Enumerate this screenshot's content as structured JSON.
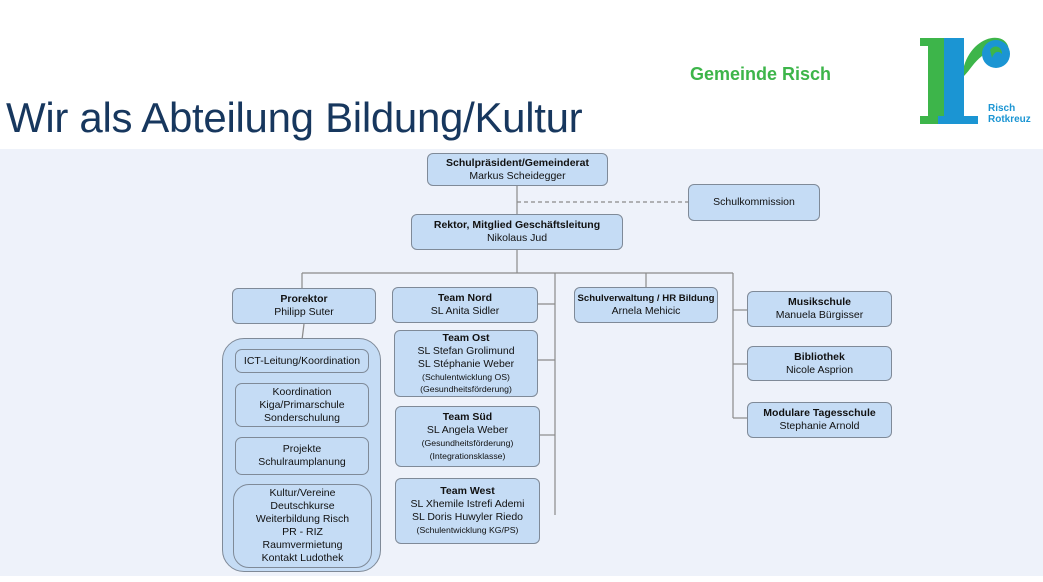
{
  "header": {
    "title": "Wir als Abteilung Bildung/Kultur",
    "brand": "Gemeinde Risch",
    "logo": {
      "line1": "Risch",
      "line2": "Rotkreuz",
      "icon": "risch-rotkreuz-logo",
      "colors": {
        "green": "#3db54a",
        "blue": "#1b95d3"
      }
    }
  },
  "org": {
    "president": {
      "role": "Schulpräsident/Gemeinderat",
      "name": "Markus Scheidegger"
    },
    "commission": {
      "label": "Schulkommission"
    },
    "rector": {
      "role": "Rektor, Mitglied Geschäftsleitung",
      "name": "Nikolaus Jud"
    },
    "prorector": {
      "role": "Prorektor",
      "name": "Philipp Suter"
    },
    "prorector_tasks": [
      {
        "lines": [
          "ICT-Leitung/Koordination"
        ]
      },
      {
        "lines": [
          "Koordination",
          "Kiga/Primarschule",
          "Sonderschulung"
        ]
      },
      {
        "lines": [
          "Projekte",
          "Schulraumplanung"
        ]
      },
      {
        "lines": [
          "Kultur/Vereine",
          "Deutschkurse",
          "Weiterbildung Risch",
          "PR - RIZ",
          "Raumvermietung",
          "Kontakt Ludothek"
        ]
      }
    ],
    "teams": [
      {
        "name": "Team Nord",
        "leaders": [
          "SL Anita Sidler"
        ],
        "notes": []
      },
      {
        "name": "Team Ost",
        "leaders": [
          "SL Stefan Grolimund",
          "SL Stéphanie Weber"
        ],
        "notes": [
          "(Schulentwicklung OS)",
          "(Gesundheitsförderung)"
        ]
      },
      {
        "name": "Team Süd",
        "leaders": [
          "SL Angela Weber"
        ],
        "notes": [
          "(Gesundheitsförderung)",
          "(Integrationsklasse)"
        ]
      },
      {
        "name": "Team West",
        "leaders": [
          "SL Xhemile Istrefi Ademi",
          "SL Doris Huwyler Riedo"
        ],
        "notes": [
          "(Schulentwicklung KG/PS)"
        ]
      }
    ],
    "administration": {
      "role": "Schulverwaltung / HR Bildung",
      "name": "Arnela Mehicic"
    },
    "culture": [
      {
        "role": "Musikschule",
        "name": "Manuela Bürgisser"
      },
      {
        "role": "Bibliothek",
        "name": "Nicole Asprion"
      },
      {
        "role": "Modulare Tagesschule",
        "name": "Stephanie Arnold"
      }
    ],
    "colors": {
      "box_fill": "#c5dcf5",
      "box_border": "#7f8a98",
      "background": "#eef2fa",
      "title": "#17375e"
    }
  }
}
